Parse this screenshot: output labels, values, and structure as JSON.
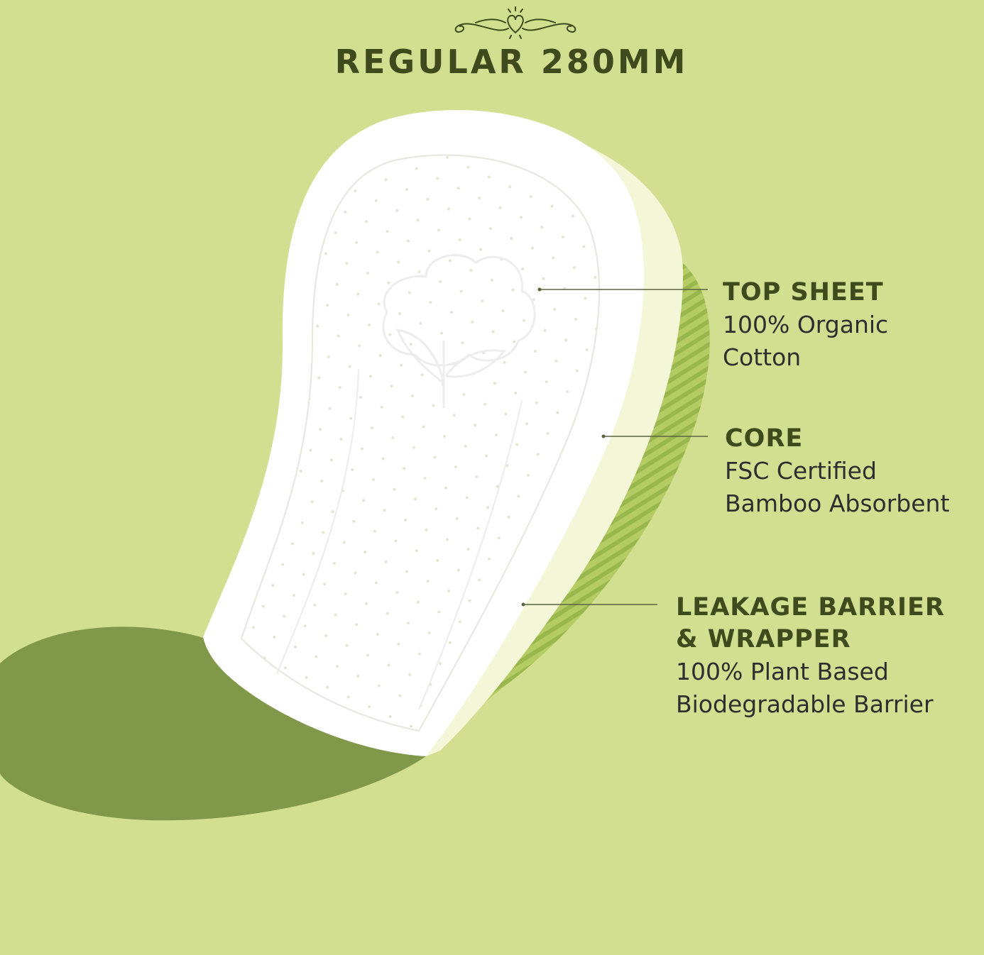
{
  "title": "REGULAR 280MM",
  "colors": {
    "background": "#d3df90",
    "title": "#3f4a1d",
    "wrapper": "#81974a",
    "core": "#f4f6d8",
    "stripe": "#a6c155"
  },
  "layers": [
    {
      "name": "TOP SHEET",
      "lines": [
        "100% Organic",
        "Cotton"
      ]
    },
    {
      "name": "CORE",
      "lines": [
        "FSC Certified",
        "Bamboo Absorbent"
      ]
    },
    {
      "name_lines": [
        "LEAKAGE BARRIER",
        "& WRAPPER"
      ],
      "lines": [
        "100% Plant Based",
        "Biodegradable Barrier"
      ]
    }
  ],
  "icons": {
    "ornament": "heart-flourish-icon",
    "emblem": "cotton-boll-icon"
  }
}
